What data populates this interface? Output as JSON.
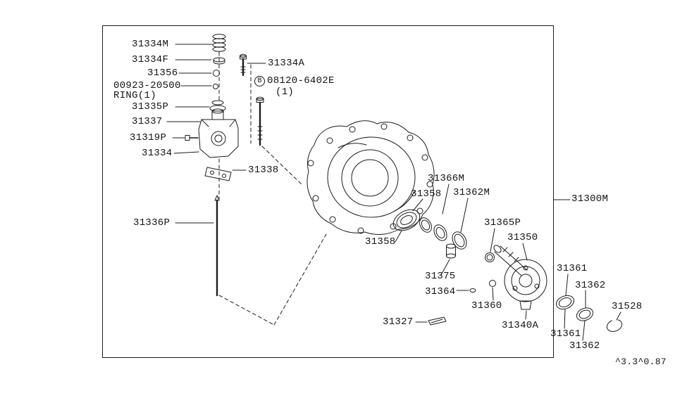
{
  "page": {
    "background": "#ffffff",
    "ink": "#1c1c1c"
  },
  "footer": {
    "version_code": "^3.3^0.87"
  },
  "callouts": {
    "spring": "31334M",
    "washer": "31334F",
    "ring_31356": "31356",
    "ring_part_no": "00923-20500",
    "ring_qty": "RING(1)",
    "seal_31335P": "31335P",
    "piston_31337": "31337",
    "bolt_31319P": "31319P",
    "servo_31334": "31334",
    "bracket_31338": "31338",
    "rod_31336P": "31336P",
    "bolt_31334A": "31334A",
    "bolt_b_symbol": "B",
    "bolt_b_part_no": "08120-6402E",
    "bolt_b_qty": "(1)",
    "bearing_31366M": "31366M",
    "bearing_31358_upper": "31358",
    "ring_31362M": "31362M",
    "oring_31365P": "31365P",
    "governor_31350": "31350",
    "bearing_31358_lower": "31358",
    "sleeve_31375": "31375",
    "pin_31364": "31364",
    "ball_31360": "31360",
    "ring_31361_upper": "31361",
    "ring_31362_upper": "31362",
    "snapring_31528": "31528",
    "clip_31327": "31327",
    "shaft_31340A": "31340A",
    "ring_31361_lower": "31361",
    "ring_31362_lower": "31362",
    "case_assembly_31300M": "31300M"
  }
}
